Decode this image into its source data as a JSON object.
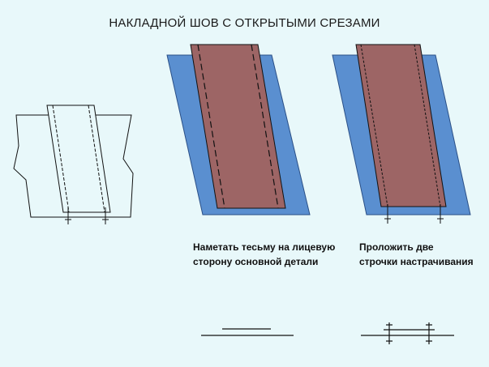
{
  "title": "НАКЛАДНОЙ ШОВ С ОТКРЫТЫМИ СРЕЗАМИ",
  "steps": [
    {
      "caption_line1": "Наметать тесьму на лицевую",
      "caption_line2": "сторону основной детали"
    },
    {
      "caption_line1": "Проложить две",
      "caption_line2": "строчки настрачивания"
    }
  ],
  "colors": {
    "background": "#e8f8fa",
    "base_fabric": "#5a8fd0",
    "tape": "#9d6565",
    "outline": "#111111"
  }
}
